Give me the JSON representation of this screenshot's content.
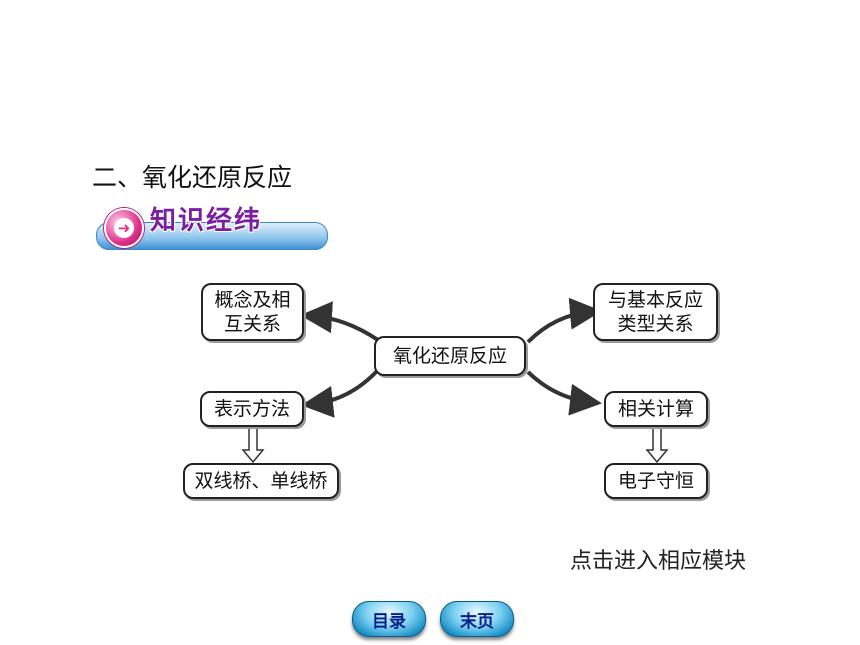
{
  "section_title": "二、氧化还原反应",
  "banner": {
    "label": "知识经纬",
    "icon": "arrow-right-icon"
  },
  "diagram": {
    "center": "氧化还原反应",
    "left_top": [
      "概念及相",
      "互关系"
    ],
    "left_mid": "表示方法",
    "left_bottom": "双线桥、单线桥",
    "right_top": [
      "与基本反应",
      "类型关系"
    ],
    "right_mid": "相关计算",
    "right_bottom": "电子守恒"
  },
  "hint": "点击进入相应模块",
  "nav": {
    "catalog": "目录",
    "last_page": "末页"
  },
  "colors": {
    "banner_text": "#7b1fa2",
    "banner_bar": "#3f93d6",
    "nav_button": "#1a8fc7"
  }
}
